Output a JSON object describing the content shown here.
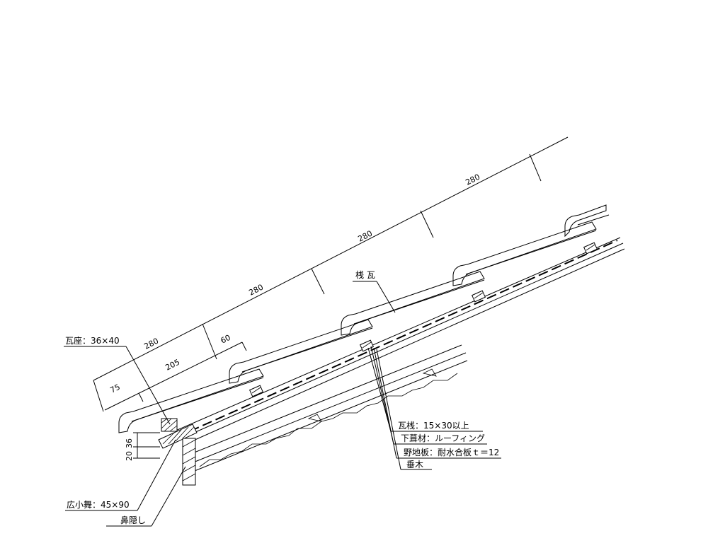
{
  "dimensions": {
    "pitch_1": "280",
    "pitch_2": "280",
    "pitch_3": "280",
    "pitch_4": "280",
    "d75": "75",
    "d205": "205",
    "d60": "60",
    "d36": "36",
    "d20": "20"
  },
  "labels": {
    "sangawara": "桟 瓦",
    "kawaraza": "瓦座：36×40",
    "kawarasan": "瓦桟：15×30以上",
    "shitabuki": "下葺材：ルーフィング",
    "nojiita": "野地板：耐水合板ｔ＝12",
    "taruki": "垂木",
    "hirokomai": "広小舞：45×90",
    "hanakakushi": "鼻隠し"
  }
}
